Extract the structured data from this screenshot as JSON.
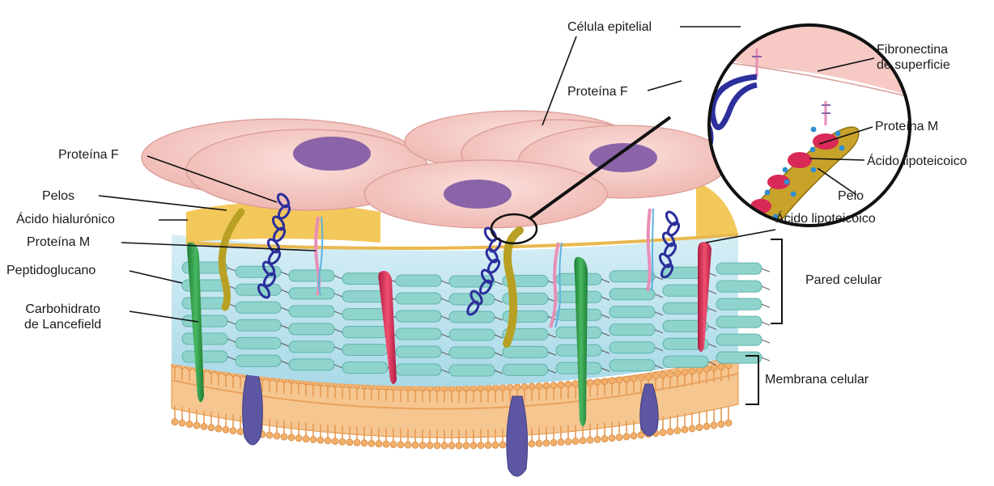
{
  "labels": {
    "celula_epitelial": "Célula epitelial",
    "fibronectina_1": "Fibronectina",
    "fibronectina_2": "de superficie",
    "proteina_f_inset": "Proteína F",
    "proteina_m_inset": "Proteína M",
    "acido_lipoteicoico_inset": "Ácido lipoteicoico",
    "pelo_inset": "Pelo",
    "proteina_f": "Proteína F",
    "pelos": "Pelos",
    "acido_hialuronico": "Ácido hialurónico",
    "proteina_m": "Proteína M",
    "peptidoglucano": "Peptidoglucano",
    "carbohidrato_1": "Carbohidrato",
    "carbohidrato_2": "de Lancefield",
    "acido_lipoteicoico": "Ácido lipoteicoico",
    "pared_celular": "Pared celular",
    "membrana_celular": "Membrana celular"
  },
  "colors": {
    "epithelial_cell": "#f6c9c5",
    "nucleus": "#8a63a8",
    "capsule": "#f3c85a",
    "cell_wall": "#bfe3ee",
    "peptidoglycan_teal": "#8fd4cc",
    "peptidoglycan_pink": "#f3a89e",
    "membrane": "#f2b06a",
    "lancefield": "#2f9a45",
    "lipoteichoic": "#d92a57",
    "protein_f": "#2c2f9c",
    "protein_m": "#e78fb8",
    "pili": "#b8a024",
    "membrane_protein": "#5d57a3"
  }
}
